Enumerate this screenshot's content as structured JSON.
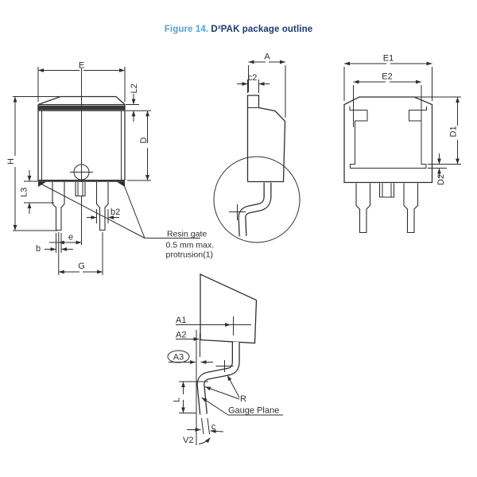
{
  "title": {
    "figure": "Figure 14.",
    "name": "D²PAK package outline"
  },
  "colors": {
    "figure_accent": "#52a2d8",
    "title_navy": "#1c3a6e",
    "line": "#2e2e2e",
    "background": "#ffffff"
  },
  "front_view": {
    "dims": {
      "E": "E",
      "L2": "L2",
      "D": "D",
      "H": "H",
      "L3": "L3",
      "b2": "b2",
      "e": "e",
      "b": "b",
      "G": "G"
    },
    "note": {
      "line1": "Resin gate",
      "line2": "0.5 mm max.",
      "line3": "protrusion(1)"
    }
  },
  "side_view": {
    "dims": {
      "A": "A",
      "c2": "c2"
    }
  },
  "back_view": {
    "dims": {
      "E1": "E1",
      "E2": "E2",
      "D1": "D1",
      "D2": "D2"
    }
  },
  "detail_view": {
    "dims": {
      "A1": "A1",
      "A2": "A2",
      "A3": "A3",
      "L": "L",
      "R": "R",
      "c": "c",
      "V2": "V2"
    },
    "gauge_plane": "Gauge Plane"
  }
}
